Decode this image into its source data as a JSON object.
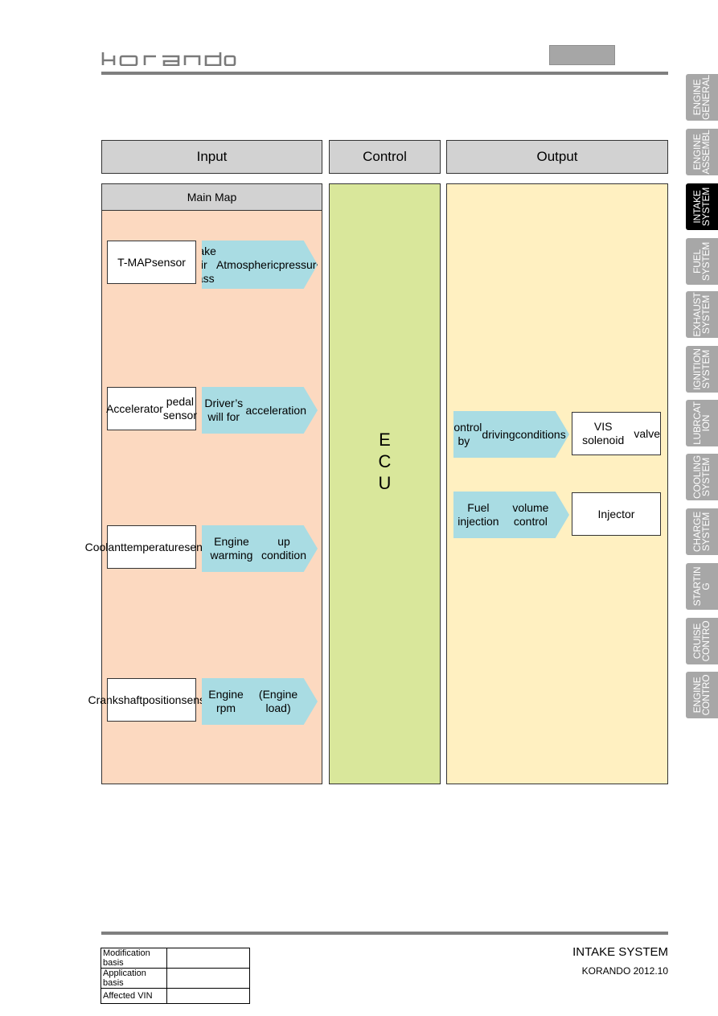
{
  "header": {
    "logo_text": "korando"
  },
  "side_tabs": [
    {
      "label": "ENGINE GENERAL",
      "active": false
    },
    {
      "label": "ENGINE ASSEMBL",
      "active": false
    },
    {
      "label": "INTAKE SYSTEM",
      "active": true
    },
    {
      "label": "FUEL SYSTEM",
      "active": false
    },
    {
      "label": "EXHAUST SYSTEM",
      "active": false
    },
    {
      "label": "IGNITION SYSTEM",
      "active": false
    },
    {
      "label": "LUBRCAT ION",
      "active": false
    },
    {
      "label": "COOLING SYSTEM",
      "active": false
    },
    {
      "label": "CHARGE SYSTEM",
      "active": false
    },
    {
      "label": "STARTIN G",
      "active": false
    },
    {
      "label": "CRUISE CONTRO",
      "active": false
    },
    {
      "label": "ENGINE CONTRO",
      "active": false
    }
  ],
  "diagram": {
    "columns": {
      "input": "Input",
      "control": "Control",
      "output": "Output"
    },
    "main_map": "Main Map",
    "ecu": [
      "E",
      "C",
      "U"
    ],
    "inputs": [
      {
        "sensor": [
          "T-MAP",
          "sensor"
        ],
        "signal": [
          "Intake air mass",
          "Atmospheric",
          "pressure"
        ]
      },
      {
        "sensor": [
          "Accelerator",
          "pedal sensor"
        ],
        "signal": [
          "Driver’s will for",
          "acceleration"
        ]
      },
      {
        "sensor": [
          "Coolant",
          "temperature",
          "sensor"
        ],
        "signal": [
          "Engine warming",
          "up condition"
        ]
      },
      {
        "sensor": [
          "Crankshaft",
          "position",
          "sensor"
        ],
        "signal": [
          "Engine rpm",
          "(Engine load)"
        ]
      }
    ],
    "outputs": [
      {
        "signal": [
          "Control by",
          "driving",
          "conditions"
        ],
        "actuator": [
          "VIS solenoid",
          "valve"
        ]
      },
      {
        "signal": [
          "Fuel injection",
          "volume control"
        ],
        "actuator": [
          "Injector"
        ]
      }
    ]
  },
  "footer": {
    "table": [
      {
        "label": "Modification basis",
        "value": ""
      },
      {
        "label": "Application basis",
        "value": ""
      },
      {
        "label": "Affected VIN",
        "value": ""
      }
    ],
    "section_title": "INTAKE SYSTEM",
    "model_date": "KORANDO 2012.10"
  }
}
